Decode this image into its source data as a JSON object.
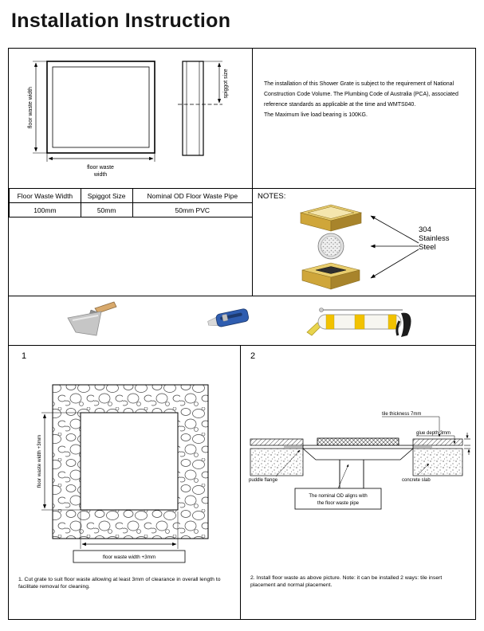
{
  "title": "Installation Instruction",
  "colors": {
    "gold_light": "#e8cd6e",
    "gold": "#cfa63a",
    "gold_dark": "#a8842b",
    "steel": "#e3e3e3",
    "knife_blue": "#2f5db0",
    "gun_yellow": "#f2c200"
  },
  "top_diagram": {
    "width_label_vertical": "floor waste width",
    "width_label_bottom_lines": [
      "floor waste",
      "width"
    ],
    "spiggot_label": "spiggot size"
  },
  "requirements": {
    "lines": [
      "The installation of this Shower Grate is subject to the requirement of National",
      "Construction Code Volume. The Plumbing Code of Australia (PCA), associated",
      "reference standards as applicable at the time and WMTS040.",
      "The Maximum live load bearing is 100KG."
    ]
  },
  "spec_table": {
    "headers": [
      "Floor Waste Width",
      "Spiggot Size",
      "Nominal OD Floor Waste Pipe"
    ],
    "values": [
      "100mm",
      "50mm",
      "50mm PVC"
    ]
  },
  "notes": {
    "label": "NOTES:",
    "material": "304 Stainless Steel"
  },
  "tools": {
    "items": [
      "trowel",
      "utility-knife",
      "caulking-gun"
    ]
  },
  "steps": [
    {
      "number": "1",
      "vertical_dim": "floor waste width +3mm",
      "horizontal_dim": "floor waste width +3mm",
      "caption": "1. Cut grate to suit floor waste allowing at least 3mm of clearance in overall length to facilitate removal for cleaning."
    },
    {
      "number": "2",
      "labels": {
        "tile_thickness": "tile thickness 7mm",
        "glue_depth": "glue depth 3mm",
        "puddle_flange": "puddle flange",
        "concrete_slab": "concrete slab"
      },
      "note_lines": [
        "The nominal OD aligns with",
        "the floor waste pipe"
      ],
      "caption": "2. Install floor waste as above picture. Note: it can be installed 2 ways: tile insert placement and normal placement."
    }
  ]
}
